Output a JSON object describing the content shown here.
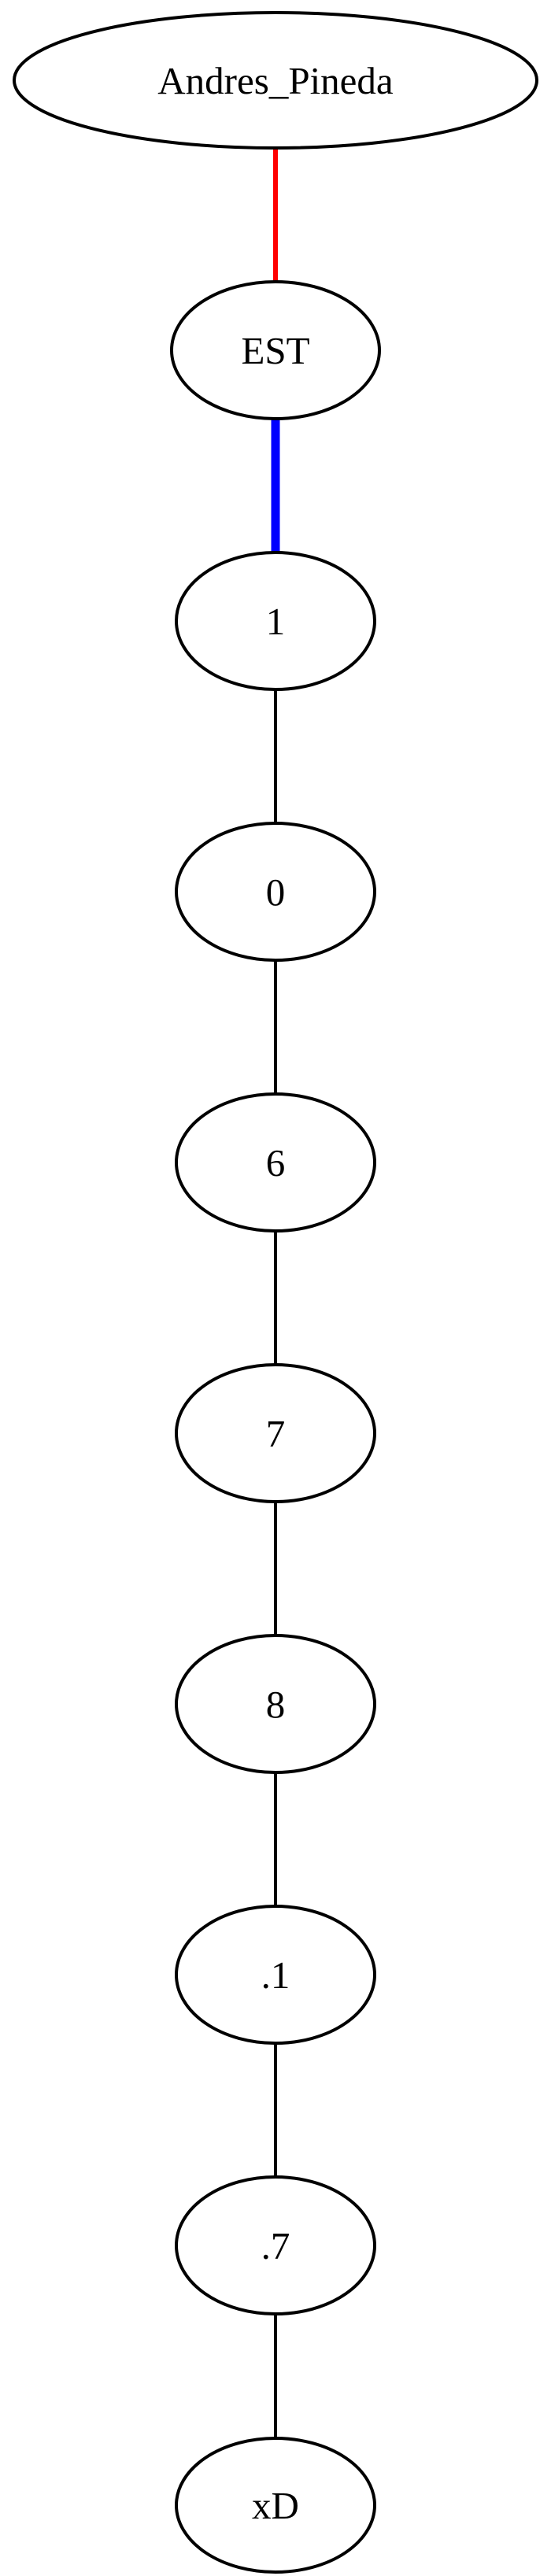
{
  "diagram": {
    "nodes": [
      {
        "id": "n0",
        "label": "Andres_Pineda"
      },
      {
        "id": "n1",
        "label": "EST"
      },
      {
        "id": "n2",
        "label": "1"
      },
      {
        "id": "n3",
        "label": "0"
      },
      {
        "id": "n4",
        "label": "6"
      },
      {
        "id": "n5",
        "label": "7"
      },
      {
        "id": "n6",
        "label": "8"
      },
      {
        "id": "n7",
        "label": ".1"
      },
      {
        "id": "n8",
        "label": ".7"
      },
      {
        "id": "n9",
        "label": "xD"
      }
    ],
    "edges": [
      {
        "from": "n0",
        "to": "n1",
        "color": "#ff0000"
      },
      {
        "from": "n1",
        "to": "n2",
        "color": "#0000ff"
      },
      {
        "from": "n2",
        "to": "n3",
        "color": "#000000"
      },
      {
        "from": "n3",
        "to": "n4",
        "color": "#000000"
      },
      {
        "from": "n4",
        "to": "n5",
        "color": "#000000"
      },
      {
        "from": "n5",
        "to": "n6",
        "color": "#000000"
      },
      {
        "from": "n6",
        "to": "n7",
        "color": "#000000"
      },
      {
        "from": "n7",
        "to": "n8",
        "color": "#000000"
      },
      {
        "from": "n8",
        "to": "n9",
        "color": "#000000"
      }
    ]
  }
}
